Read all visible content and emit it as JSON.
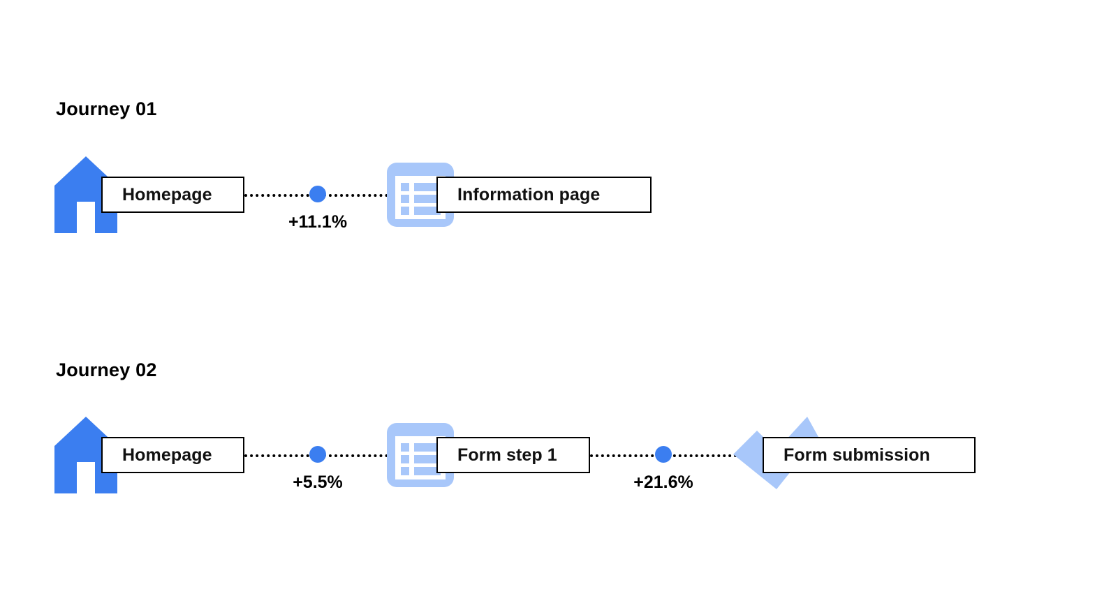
{
  "colors": {
    "background": "#ffffff",
    "accent_blue": "#3b7ef0",
    "light_blue": "#a8c7fa",
    "text": "#000000",
    "box_border": "#000000"
  },
  "journeys": [
    {
      "title": "Journey 01",
      "nodes": [
        {
          "icon": "home-icon",
          "label": "Homepage"
        },
        {
          "icon": "document-list-icon",
          "label": "Information page"
        }
      ],
      "metrics": [
        {
          "value": "+11.1%"
        }
      ]
    },
    {
      "title": "Journey 02",
      "nodes": [
        {
          "icon": "home-icon",
          "label": "Homepage"
        },
        {
          "icon": "document-list-icon",
          "label": "Form step 1"
        },
        {
          "icon": "checkmark-icon",
          "label": "Form submission"
        }
      ],
      "metrics": [
        {
          "value": "+5.5%"
        },
        {
          "value": "+21.6%"
        }
      ]
    }
  ]
}
